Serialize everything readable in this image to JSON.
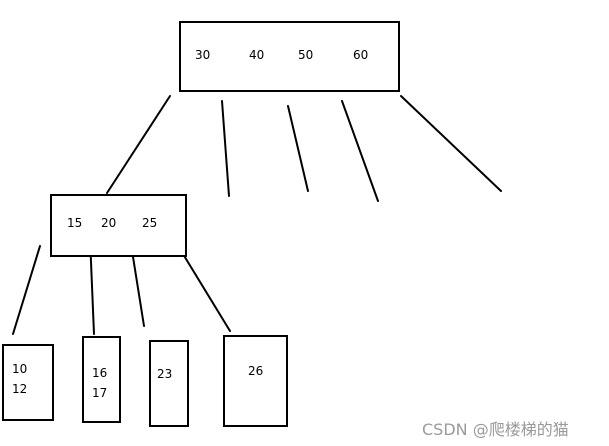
{
  "root": {
    "keys": [
      "30",
      "40",
      "50",
      "60"
    ]
  },
  "internal": {
    "keys": [
      "15",
      "20",
      "25"
    ]
  },
  "leaves": [
    {
      "keys": [
        "10",
        "12"
      ]
    },
    {
      "keys": [
        "16",
        "17"
      ]
    },
    {
      "keys": [
        "23"
      ]
    },
    {
      "keys": [
        "26"
      ]
    }
  ],
  "watermark": "CSDN @爬楼梯的猫",
  "colors": {
    "stroke": "#000000",
    "background": "#ffffff",
    "watermark": "#9a9a9a"
  }
}
